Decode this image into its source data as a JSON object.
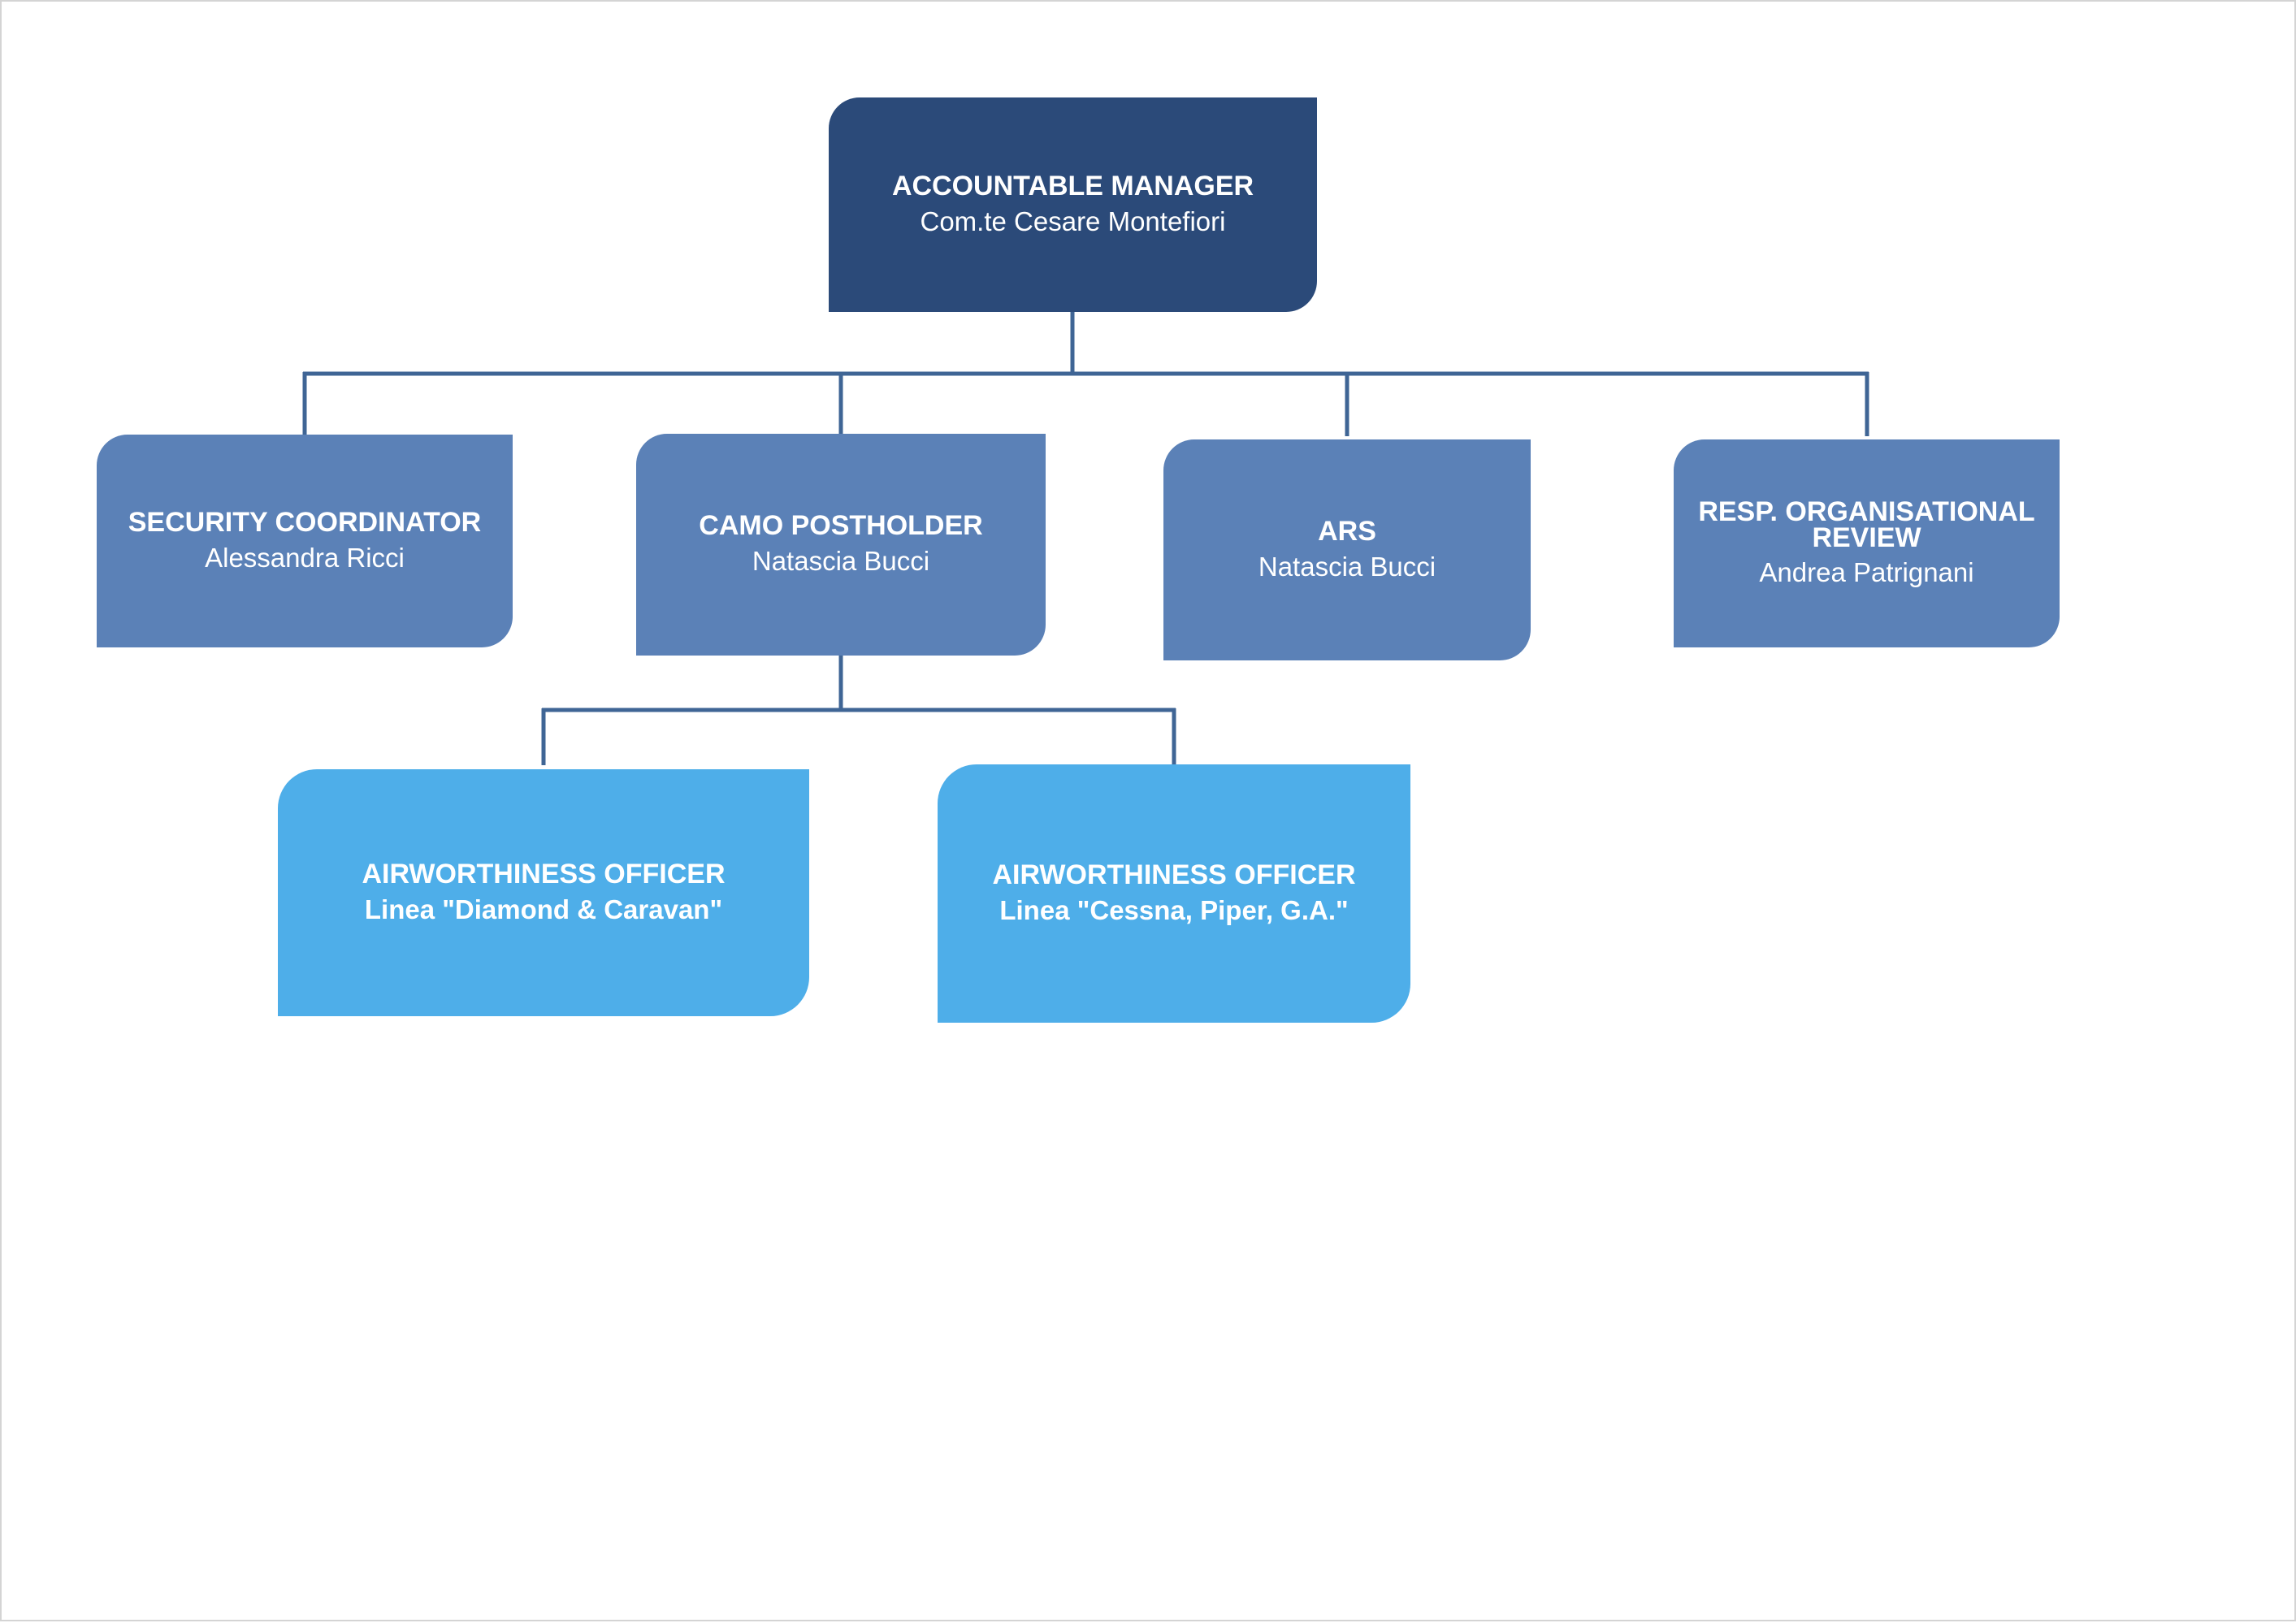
{
  "diagram": {
    "nodes": [
      {
        "id": "accountable-manager",
        "role": "ACCOUNTABLE MANAGER",
        "person": "Com.te Cesare Montefiori"
      },
      {
        "id": "security-coordinator",
        "role": "SECURITY COORDINATOR",
        "person": "Alessandra Ricci"
      },
      {
        "id": "camo-postholder",
        "role": "CAMO POSTHOLDER",
        "person": "Natascia Bucci"
      },
      {
        "id": "ars",
        "role": "ARS",
        "person": "Natascia Bucci"
      },
      {
        "id": "resp-organisational-review",
        "role": "RESP. ORGANISATIONAL REVIEW",
        "person": "Andrea Patrignani"
      },
      {
        "id": "airworthiness-officer-1",
        "role": "AIRWORTHINESS OFFICER",
        "person": "Linea \"Diamond & Caravan\""
      },
      {
        "id": "airworthiness-officer-2",
        "role": "AIRWORTHINESS OFFICER",
        "person": "Linea \"Cessna, Piper, G.A.\""
      }
    ],
    "edges": [
      {
        "from": "accountable-manager",
        "to": "security-coordinator"
      },
      {
        "from": "accountable-manager",
        "to": "camo-postholder"
      },
      {
        "from": "accountable-manager",
        "to": "ars"
      },
      {
        "from": "accountable-manager",
        "to": "resp-organisational-review"
      },
      {
        "from": "camo-postholder",
        "to": "airworthiness-officer-1"
      },
      {
        "from": "camo-postholder",
        "to": "airworthiness-officer-2"
      }
    ]
  },
  "colors": {
    "level0_fill": "#2b4a79",
    "level1_fill": "#5b81b7",
    "level2_fill": "#4eaee9",
    "connector": "#3f6595",
    "text": "#ffffff"
  }
}
